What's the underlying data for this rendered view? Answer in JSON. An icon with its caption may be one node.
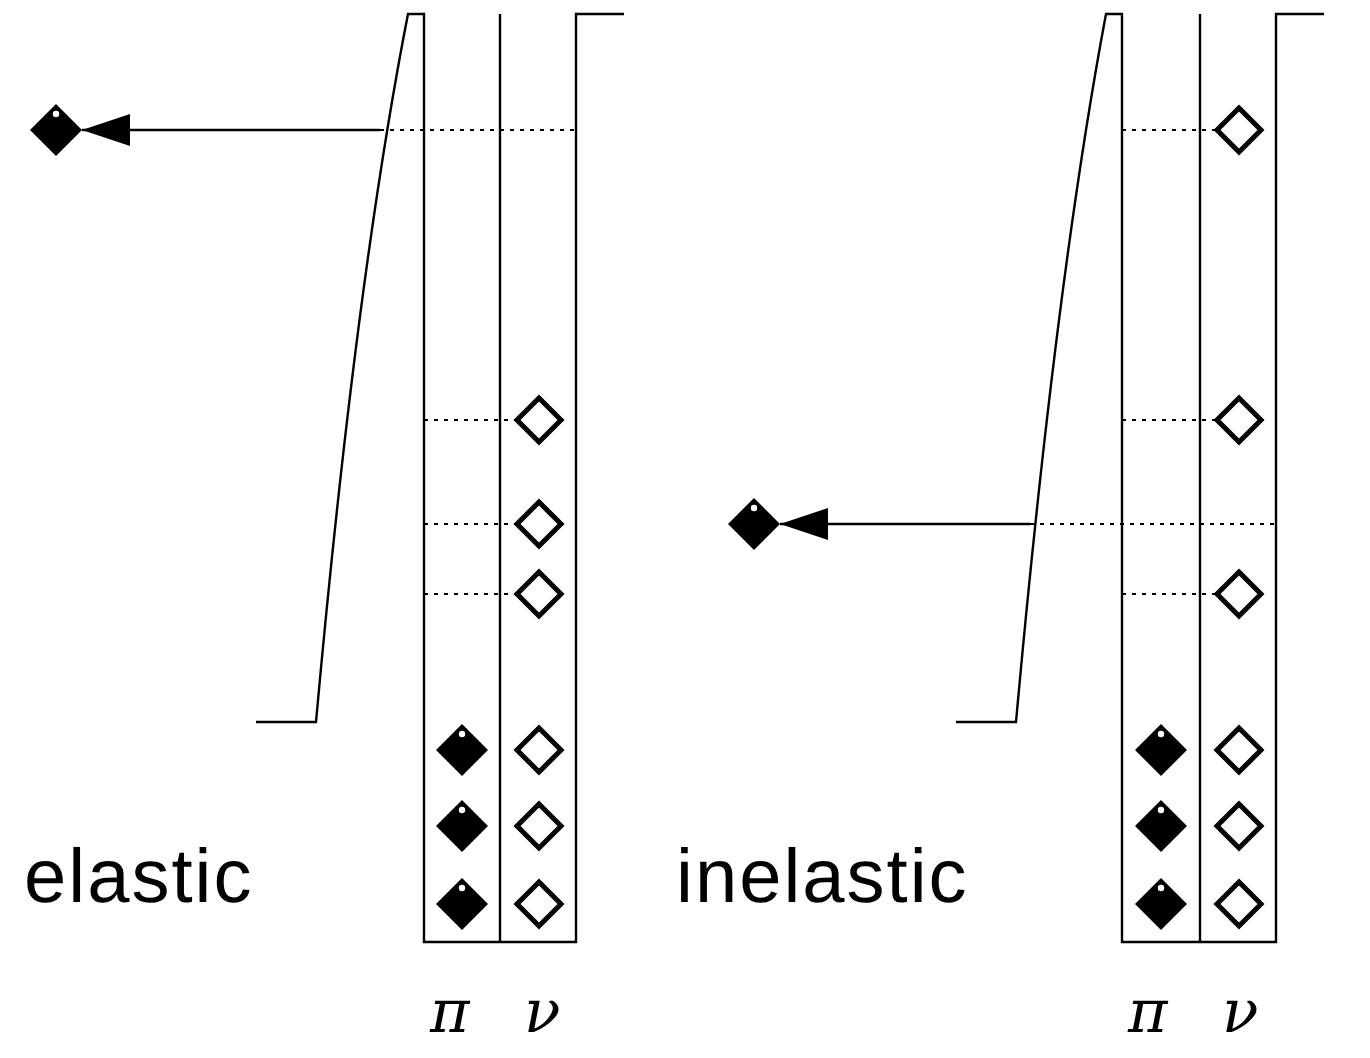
{
  "diagram": {
    "nodes": [
      {
        "text": [],
        "shape": "diamond"
      },
      {
        "text": [],
        "shape": "diamond"
      }
    ],
    "edges": [
      {
        "from": null,
        "to": 0,
        "arrow": "to"
      },
      {
        "from": null,
        "to": 1,
        "arrow": "to"
      }
    ],
    "labels": [
      "elastic",
      "π",
      "ν",
      "inelastic",
      "π",
      "ν"
    ]
  }
}
